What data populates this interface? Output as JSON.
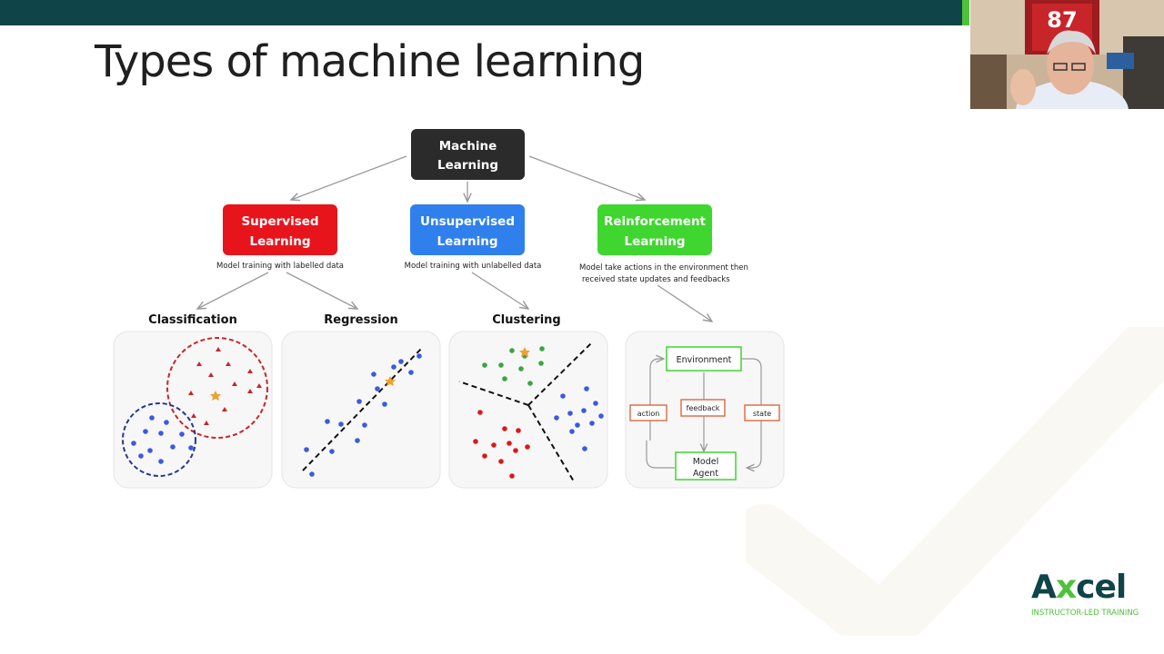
{
  "slide": {
    "title": "Types of machine learning"
  },
  "diagram": {
    "root": "Machine Learning",
    "categories": [
      {
        "name": "Supervised Learning",
        "description": "Model training with labelled data",
        "color": "#e8141c"
      },
      {
        "name": "Unsupervised Learning",
        "description": "Model training with unlabelled data",
        "color": "#2f80ed"
      },
      {
        "name": "Reinforcement Learning",
        "description": "Model take actions in the environment then received state updates and feedbacks",
        "color": "#3fd62f"
      }
    ],
    "subtypes": [
      "Classification",
      "Regression",
      "Clustering"
    ],
    "rl_panel": {
      "environment": "Environment",
      "feedback": "feedback",
      "action": "action",
      "state": "state",
      "agent": "Model Agent"
    },
    "root_color": "#2b2b2b"
  },
  "logo": {
    "brand": "Axcel",
    "tagline": "INSTRUCTOR-LED TRAINING",
    "colors": {
      "primary": "#0f4449",
      "accent": "#4fc13a"
    }
  },
  "webcam": {
    "jersey_number": "87"
  }
}
